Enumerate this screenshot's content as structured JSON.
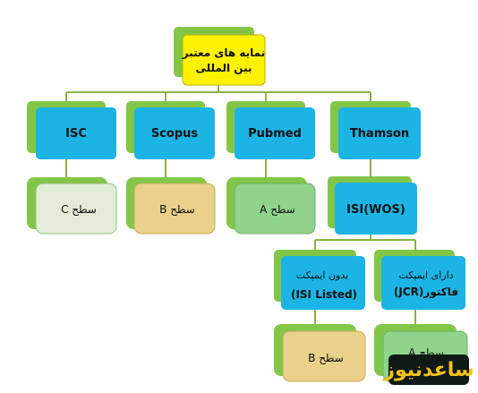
{
  "diagram": {
    "root": {
      "line1": "نمایه های معتبر",
      "line2": "بین المللی"
    },
    "databases": [
      {
        "name": "ISC",
        "level": "سطح C",
        "level_color": "#e2ecd9"
      },
      {
        "name": "Scopus",
        "level": "سطح B",
        "level_color": "#e9d08b"
      },
      {
        "name": "Pubmed",
        "level": "سطح A",
        "level_color": "#8fd38d"
      },
      {
        "name": "Thamson"
      }
    ],
    "isi": {
      "name": "ISI(WOS)"
    },
    "isi_children": [
      {
        "line1": "بدون ایمپکت",
        "line2": "(ISI Listed)",
        "level": "سطح B"
      },
      {
        "line1": "دارای ایمپکت",
        "line2": "فاکتور(JCR)",
        "level": "سطح A"
      }
    ],
    "watermark": "ساعدنیوز",
    "colors": {
      "blue": "#1cb4e5",
      "green_back": "#82c648",
      "yellow": "#fff200",
      "connector": "#8ab24a",
      "level_green": "#8fd38d",
      "level_tan": "#e9d08b"
    }
  }
}
